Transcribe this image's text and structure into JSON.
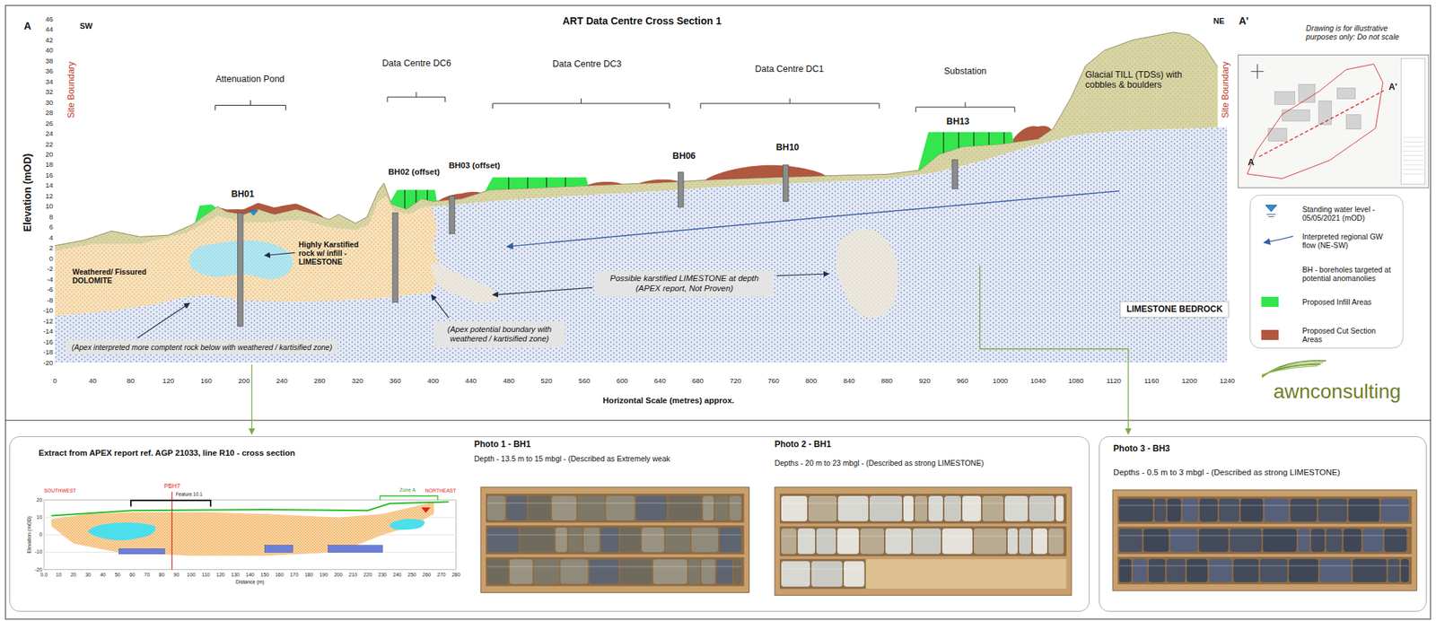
{
  "diagram": {
    "title": "ART Data Centre Cross Section 1",
    "nodes": [
      {
        "text": [
          "Possible karstified LIMESTONE at depth (APEX report, Not Proven)"
        ]
      },
      {
        "text": [
          "LIMESTONE BEDROCK"
        ]
      },
      {
        "text": [
          "(Apex potential boundary with weathered / kartisified zone)"
        ]
      },
      {
        "text": [
          "(Apex interpreted more comptent rock below with weathered / kartisified zone)"
        ]
      },
      {
        "text": [
          "Extract from APEX report ref. AGP 21033, line R10 - cross section"
        ]
      },
      {
        "text": [
          "Photo 1 - BH1",
          "Depth - 13.5 m to 15 mbgl - (Described as Extremely weak"
        ],
        "in": 4
      },
      {
        "text": [
          "Photo 2 - BH1",
          "Depths - 20 m to 23 mbgl - (Described as strong LIMESTONE)"
        ],
        "in": 4
      },
      {
        "text": [
          "Photo 3 - BH3",
          "Depths - 0.5 m to 3 mbgl - (Described as strong LIMESTONE)"
        ]
      }
    ],
    "labels": [
      "A",
      "SW",
      "NE",
      "A'",
      "Site Boundary",
      "Site Boundary",
      "Elevation (mOD)",
      "46",
      "44",
      "42",
      "40",
      "38",
      "36",
      "34",
      "32",
      "30",
      "28",
      "26",
      "24",
      "22",
      "20",
      "18",
      "16",
      "14",
      "12",
      "10",
      "8",
      "6",
      "4",
      "2",
      "0",
      "-2",
      "-4",
      "-6",
      "-8",
      "-10",
      "-12",
      "-14",
      "-16",
      "-18",
      "-20",
      "0",
      "40",
      "80",
      "120",
      "160",
      "200",
      "240",
      "280",
      "320",
      "360",
      "400",
      "440",
      "480",
      "520",
      "560",
      "600",
      "640",
      "680",
      "720",
      "760",
      "800",
      "840",
      "880",
      "920",
      "960",
      "1000",
      "1040",
      "1080",
      "1120",
      "1160",
      "1200",
      "1240",
      "Horizontal Scale (metres) approx.",
      "Attenuation Pond",
      "Data Centre DC6",
      "Data Centre DC3",
      "Data Centre DC1",
      "Substation",
      "BH01",
      "BH02 (offset)",
      "BH03 (offset)",
      "BH06",
      "BH10",
      "BH13",
      "Highly Karstified rock w/ infill - LIMESTONE",
      "Weathered/ Fissured DOLOMITE",
      "Glacial TILL (TDSs) with cobbles & boulders",
      "Drawing is for illustrative purposes only: Do not scale",
      "A",
      "A'",
      "awnconsulting",
      "SOUTHWEST",
      "NORTHEAST",
      "PBH7",
      "Feature 10.1",
      "Zone A",
      "Elevation (mOD)",
      "20",
      "10",
      "0",
      "-10",
      "-20",
      "0.0",
      "10",
      "20",
      "30",
      "40",
      "50",
      "60",
      "70",
      "80",
      "90",
      "100",
      "110",
      "120",
      "130",
      "140",
      "150",
      "160",
      "170",
      "180",
      "190",
      "200",
      "210",
      "220",
      "230",
      "240",
      "250",
      "260",
      "270",
      "280",
      "Distance (m)"
    ],
    "legend": [
      {
        "text": "Standing water level - 05/05/2021 (mOD)"
      },
      {
        "text": "Interpreted regional GW flow (NE-SW)"
      },
      {
        "text": "BH - boreholes targeted at potential anomanolies"
      },
      {
        "text": "Proposed Infill Areas",
        "color": "#33e64d"
      },
      {
        "text": "Proposed Cut Section Areas",
        "color": "#b0573f"
      }
    ]
  }
}
